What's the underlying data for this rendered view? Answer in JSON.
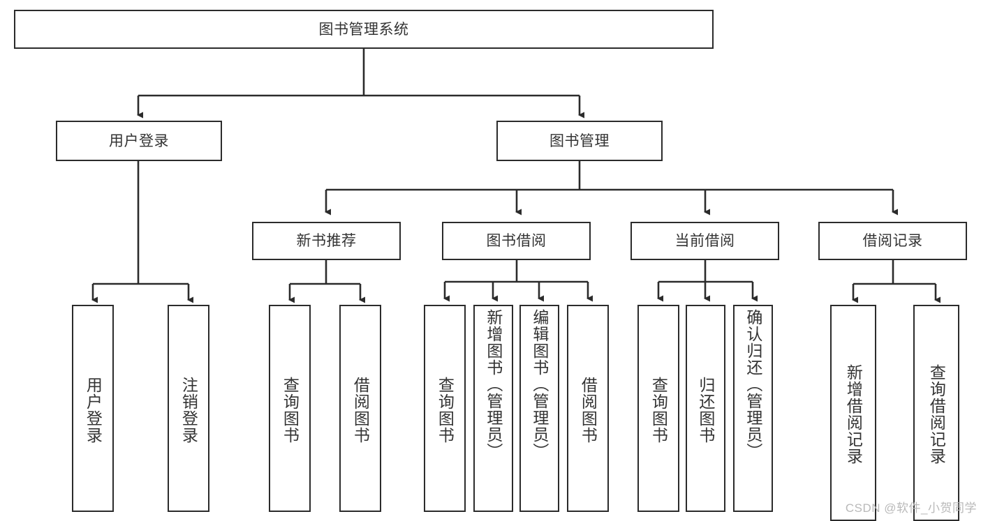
{
  "diagram": {
    "title": "图书管理系统",
    "type": "tree-hierarchy-chart",
    "watermark": "CSDN @软件_小贺同学",
    "colors": {
      "border": "#2b2b2b",
      "text": "#333333",
      "background": "#ffffff",
      "connector": "#2b2b2b",
      "watermark": "#b9b9b9"
    },
    "nodes": {
      "root": {
        "label": "图书管理系统"
      },
      "level2": [
        {
          "id": "user-login",
          "label": "用户登录"
        },
        {
          "id": "book-manage",
          "label": "图书管理"
        }
      ],
      "level3": [
        {
          "id": "new-book-rec",
          "label": "新书推荐"
        },
        {
          "id": "book-borrow",
          "label": "图书借阅"
        },
        {
          "id": "current-borrow",
          "label": "当前借阅"
        },
        {
          "id": "borrow-record",
          "label": "借阅记录"
        }
      ],
      "leaves": [
        {
          "id": "leaf-user-login",
          "label": "用户登录",
          "parent": "user-login"
        },
        {
          "id": "leaf-logout-login",
          "label": "注销登录",
          "parent": "user-login"
        },
        {
          "id": "leaf-query-book-1",
          "label": "查询图书",
          "parent": "new-book-rec"
        },
        {
          "id": "leaf-borrow-book-1",
          "label": "借阅图书",
          "parent": "new-book-rec"
        },
        {
          "id": "leaf-query-book-2",
          "label": "查询图书",
          "parent": "book-borrow"
        },
        {
          "id": "leaf-add-book",
          "label": "新增图书（管理员）",
          "parent": "book-borrow"
        },
        {
          "id": "leaf-edit-book",
          "label": "编辑图书（管理员）",
          "parent": "book-borrow"
        },
        {
          "id": "leaf-borrow-book-2",
          "label": "借阅图书",
          "parent": "book-borrow"
        },
        {
          "id": "leaf-query-book-3",
          "label": "查询图书",
          "parent": "current-borrow"
        },
        {
          "id": "leaf-return-book",
          "label": "归还图书",
          "parent": "current-borrow"
        },
        {
          "id": "leaf-confirm-return",
          "label": "确认归还（管理员）",
          "parent": "current-borrow"
        },
        {
          "id": "leaf-add-record",
          "label": "新增借阅记录",
          "parent": "borrow-record"
        },
        {
          "id": "leaf-query-record",
          "label": "查询借阅记录",
          "parent": "borrow-record"
        }
      ]
    }
  }
}
